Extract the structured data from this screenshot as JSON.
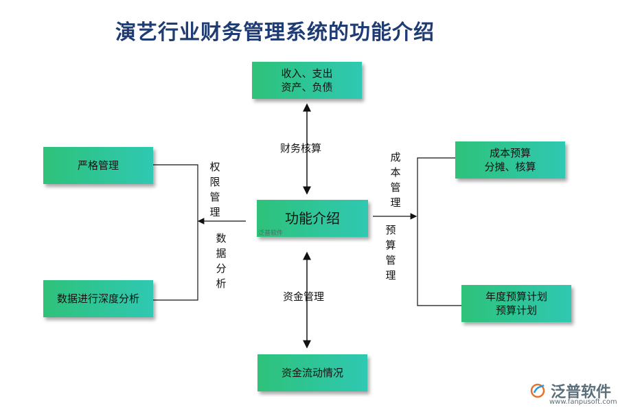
{
  "title": "演艺行业财务管理系统的功能介绍",
  "center": {
    "label": "功能介绍"
  },
  "boxes": {
    "top": {
      "line1": "收入、支出",
      "line2": "资产、负债"
    },
    "bottom": {
      "line1": "资金流动情况"
    },
    "left_top": {
      "line1": "严格管理"
    },
    "left_bottom": {
      "line1": "数据进行深度分析"
    },
    "right_top": {
      "line1": "成本预算",
      "line2": "分摊、核算"
    },
    "right_bottom": {
      "line1": "年度预算计划",
      "line2": "预算计划"
    }
  },
  "edge_labels": {
    "top": "财务核算",
    "bottom": "资金管理",
    "left_upper": "权限管理",
    "left_lower": "数据分析",
    "right_upper": "成本管理",
    "right_lower": "预算管理"
  },
  "watermark": {
    "small": "泛普软件",
    "brand": "泛普软件",
    "url": "www.fanpusoft.com"
  },
  "colors": {
    "box_start": "#2ec27a",
    "box_end": "#2fc8b2",
    "title": "#1f3b73"
  }
}
